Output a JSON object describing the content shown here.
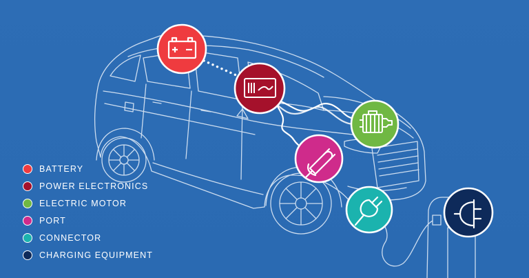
{
  "colors": {
    "background": "#2B6CB4",
    "outline": "#dce8f6",
    "battery": "#EF3B3F",
    "power_electronics": "#A5112B",
    "electric_motor": "#70B843",
    "port": "#CF2B8B",
    "connector": "#1BB3AE",
    "charging_equipment": "#0E2A5A"
  },
  "legend": [
    {
      "label": "BATTERY",
      "color": "#EF3B3F"
    },
    {
      "label": "POWER ELECTRONICS",
      "color": "#A5112B"
    },
    {
      "label": "ELECTRIC MOTOR",
      "color": "#70B843"
    },
    {
      "label": "PORT",
      "color": "#CF2B8B"
    },
    {
      "label": "CONNECTOR",
      "color": "#1BB3AE"
    },
    {
      "label": "CHARGING EQUIPMENT",
      "color": "#0E2A5A"
    }
  ],
  "components": [
    {
      "name": "battery",
      "icon": "battery-icon",
      "color": "#EF3B3F"
    },
    {
      "name": "power-electronics",
      "icon": "inverter-icon",
      "color": "#A5112B"
    },
    {
      "name": "electric-motor",
      "icon": "motor-icon",
      "color": "#70B843"
    },
    {
      "name": "port",
      "icon": "plug-port-icon",
      "color": "#CF2B8B"
    },
    {
      "name": "connector",
      "icon": "plug-connector-icon",
      "color": "#1BB3AE"
    },
    {
      "name": "charging-equipment",
      "icon": "charging-plug-icon",
      "color": "#0E2A5A"
    }
  ]
}
